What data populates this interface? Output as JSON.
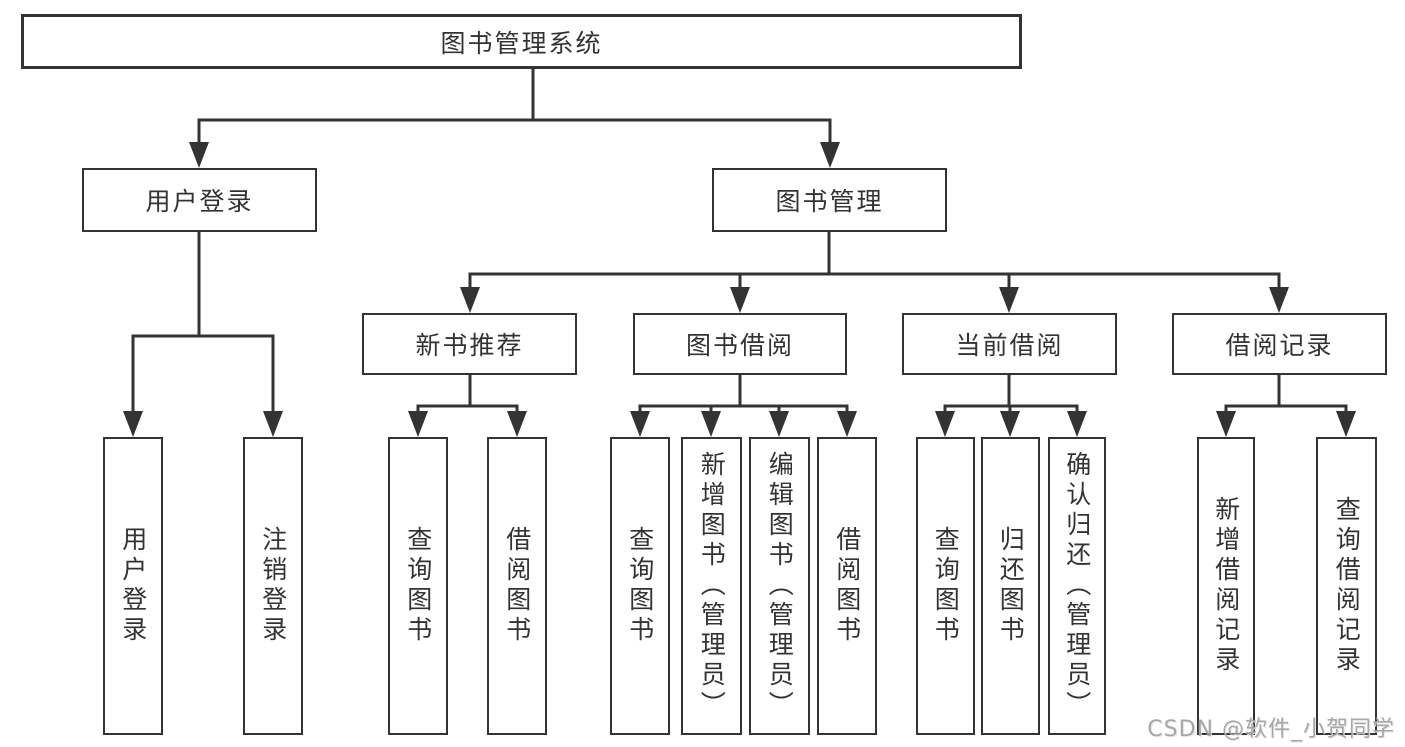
{
  "tree": {
    "root": "图书管理系统",
    "branches": [
      {
        "label": "用户登录",
        "children": [
          "用户登录",
          "注销登录"
        ]
      },
      {
        "label": "图书管理",
        "children": [
          {
            "label": "新书推荐",
            "children": [
              "查询图书",
              "借阅图书"
            ]
          },
          {
            "label": "图书借阅",
            "children": [
              "查询图书",
              "新增图书（管理员）",
              "编辑图书（管理员）",
              "借阅图书"
            ]
          },
          {
            "label": "当前借阅",
            "children": [
              "查询图书",
              "归还图书",
              "确认归还（管理员）"
            ]
          },
          {
            "label": "借阅记录",
            "children": [
              "新增借阅记录",
              "查询借阅记录"
            ]
          }
        ]
      }
    ]
  },
  "watermark": {
    "text": "CSDN @软件_小贺同学"
  },
  "colors": {
    "line": "#333333",
    "text": "#333333",
    "background": "#ffffff",
    "watermark": "#9e9e9e"
  }
}
